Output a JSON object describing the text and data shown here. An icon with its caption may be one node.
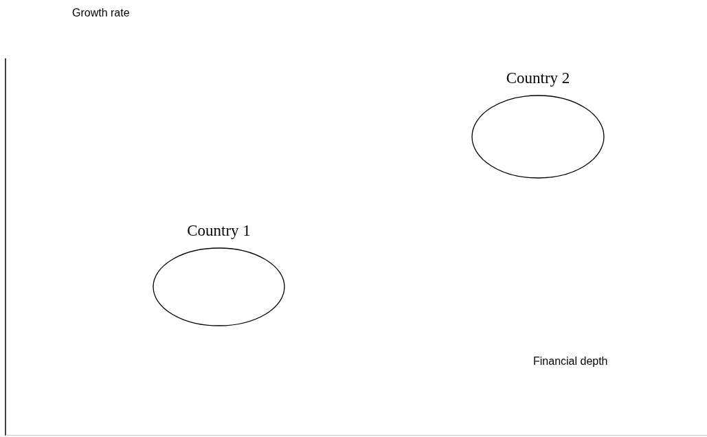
{
  "diagram": {
    "nodes": [
      {
        "text": [
          "Country 1"
        ]
      },
      {
        "text": [
          "Country 2"
        ]
      }
    ],
    "edges": [],
    "labels": [
      "Growth rate",
      "Financial depth"
    ]
  }
}
